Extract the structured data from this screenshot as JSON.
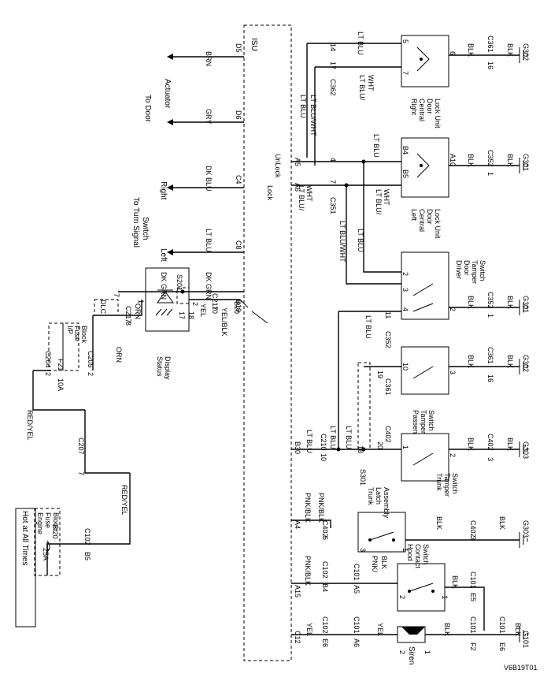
{
  "diagram_code": "V6B19T01",
  "isu": "ISU",
  "hot_at_all_times": "Hot at All Times",
  "engine_fuse_block": [
    "Engine",
    "Fuse",
    "Block"
  ],
  "ip_fuse_block": [
    "I/P",
    "Fuse",
    "Block"
  ],
  "fuse_ef20": "Ef20",
  "fuse_ef20_rating": "25A",
  "fuse_f21": "F21",
  "fuse_f21_rating": "10A",
  "to_door": "To Door",
  "actuator": "Actuator",
  "to_turn_signal": [
    "To Turn Signal",
    "Switch"
  ],
  "right": "Right",
  "left": "Left",
  "dlc": "DLC",
  "status_display": [
    "Status",
    "Display"
  ],
  "lock": "Lock",
  "unlock": "UnLock",
  "siren": "Siren",
  "components": {
    "right_central": [
      "Right",
      "Central",
      "Door",
      "Lock Unit"
    ],
    "left_central": [
      "Left",
      "Central",
      "Door",
      "Lock Unit"
    ],
    "driver_tamper": [
      "Driver",
      "Door",
      "Tamper",
      "Switch"
    ],
    "passenger_tamper": [
      "Passenger",
      "Tamper",
      "Switch"
    ],
    "trunk_tamper": [
      "Trunk",
      "Tamper",
      "Switch"
    ],
    "trunk_latch": [
      "Trunk",
      "Latch",
      "Assembly"
    ],
    "hood_contact": [
      "Hood",
      "Contact",
      "Switch"
    ]
  },
  "wires": {
    "brn": "BRN",
    "gry": "GRY",
    "dk_blu": "DK BLU",
    "lt_blu": "LT BLU",
    "lt_blu_wht": "LT BLU/WHT",
    "lt_blu_slash": "LT BLU/",
    "wht": "WHT",
    "dk_grn": "DK GRN",
    "yel": "YEL",
    "yel_blk": "YEL/BLK",
    "orn": "ORN",
    "red_yel": "RED/YEL",
    "pnk_blk": "PNK/BLK",
    "pnk_slash": "PNK/",
    "blk_slash": "BLK",
    "blk": "BLK"
  },
  "pins": {
    "d5": "D5",
    "d6": "D6",
    "c4": "C4",
    "c8": "C8",
    "b19": "B19",
    "b20": "B20",
    "a5": "A5",
    "a6": "A6",
    "b30": "B30",
    "a4": "A4",
    "a15": "A15",
    "c12": "C12",
    "b4": "B4",
    "b5": "B5",
    "a10": "A10",
    "e6": "E6",
    "e5": "E5",
    "f2": "F2",
    "n1": "1",
    "n2": "2",
    "n3": "3",
    "n4": "4",
    "n5": "5",
    "n6": "6",
    "n7": "7",
    "n8": "8",
    "n10": "10",
    "n11": "11",
    "n14": "14",
    "n16": "16",
    "n17": "17",
    "n18": "18",
    "n19": "19",
    "n20": "20"
  },
  "connectors": {
    "c102": "C102",
    "c204": "C204",
    "c205": "C205",
    "c207": "C207",
    "c217": "C217",
    "c210": "C210",
    "c351": "C351",
    "c352": "C352",
    "c361": "C361",
    "c362": "C362",
    "c402": "C402",
    "c101": "C101",
    "s201": "S201",
    "s301": "S301"
  },
  "grounds": {
    "g101": "G101",
    "g301": "G301",
    "g302": "G302",
    "g303": "G303"
  }
}
